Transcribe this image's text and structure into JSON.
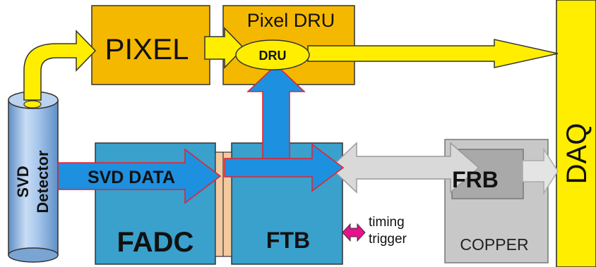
{
  "labels": {
    "pixel": "PIXEL",
    "pixel_dru": "Pixel DRU",
    "dru": "DRU",
    "daq": "DAQ",
    "svd_detector_line1": "SVD",
    "svd_detector_line2": "Detector",
    "svd_data": "SVD DATA",
    "fadc": "FADC",
    "ftb": "FTB",
    "frb": "FRB",
    "copper": "COPPER",
    "timing": "timing",
    "trigger": "trigger"
  },
  "colors": {
    "pixel_box": "#f5b800",
    "daq_bar": "#ffee00",
    "arrow_yellow": "#ffee00",
    "box_blue": "#3aa0cc",
    "arrow_blue": "#1e90e0",
    "arrow_outline_red": "#e8202a",
    "connector": "#f3c9a0",
    "copper_box": "#c8c8c8",
    "frb_box": "#a9a9a9",
    "arrow_grey": "#d9d9d9",
    "timing_arrow": "#e8108c",
    "cylinder": "#8fb8e6"
  }
}
